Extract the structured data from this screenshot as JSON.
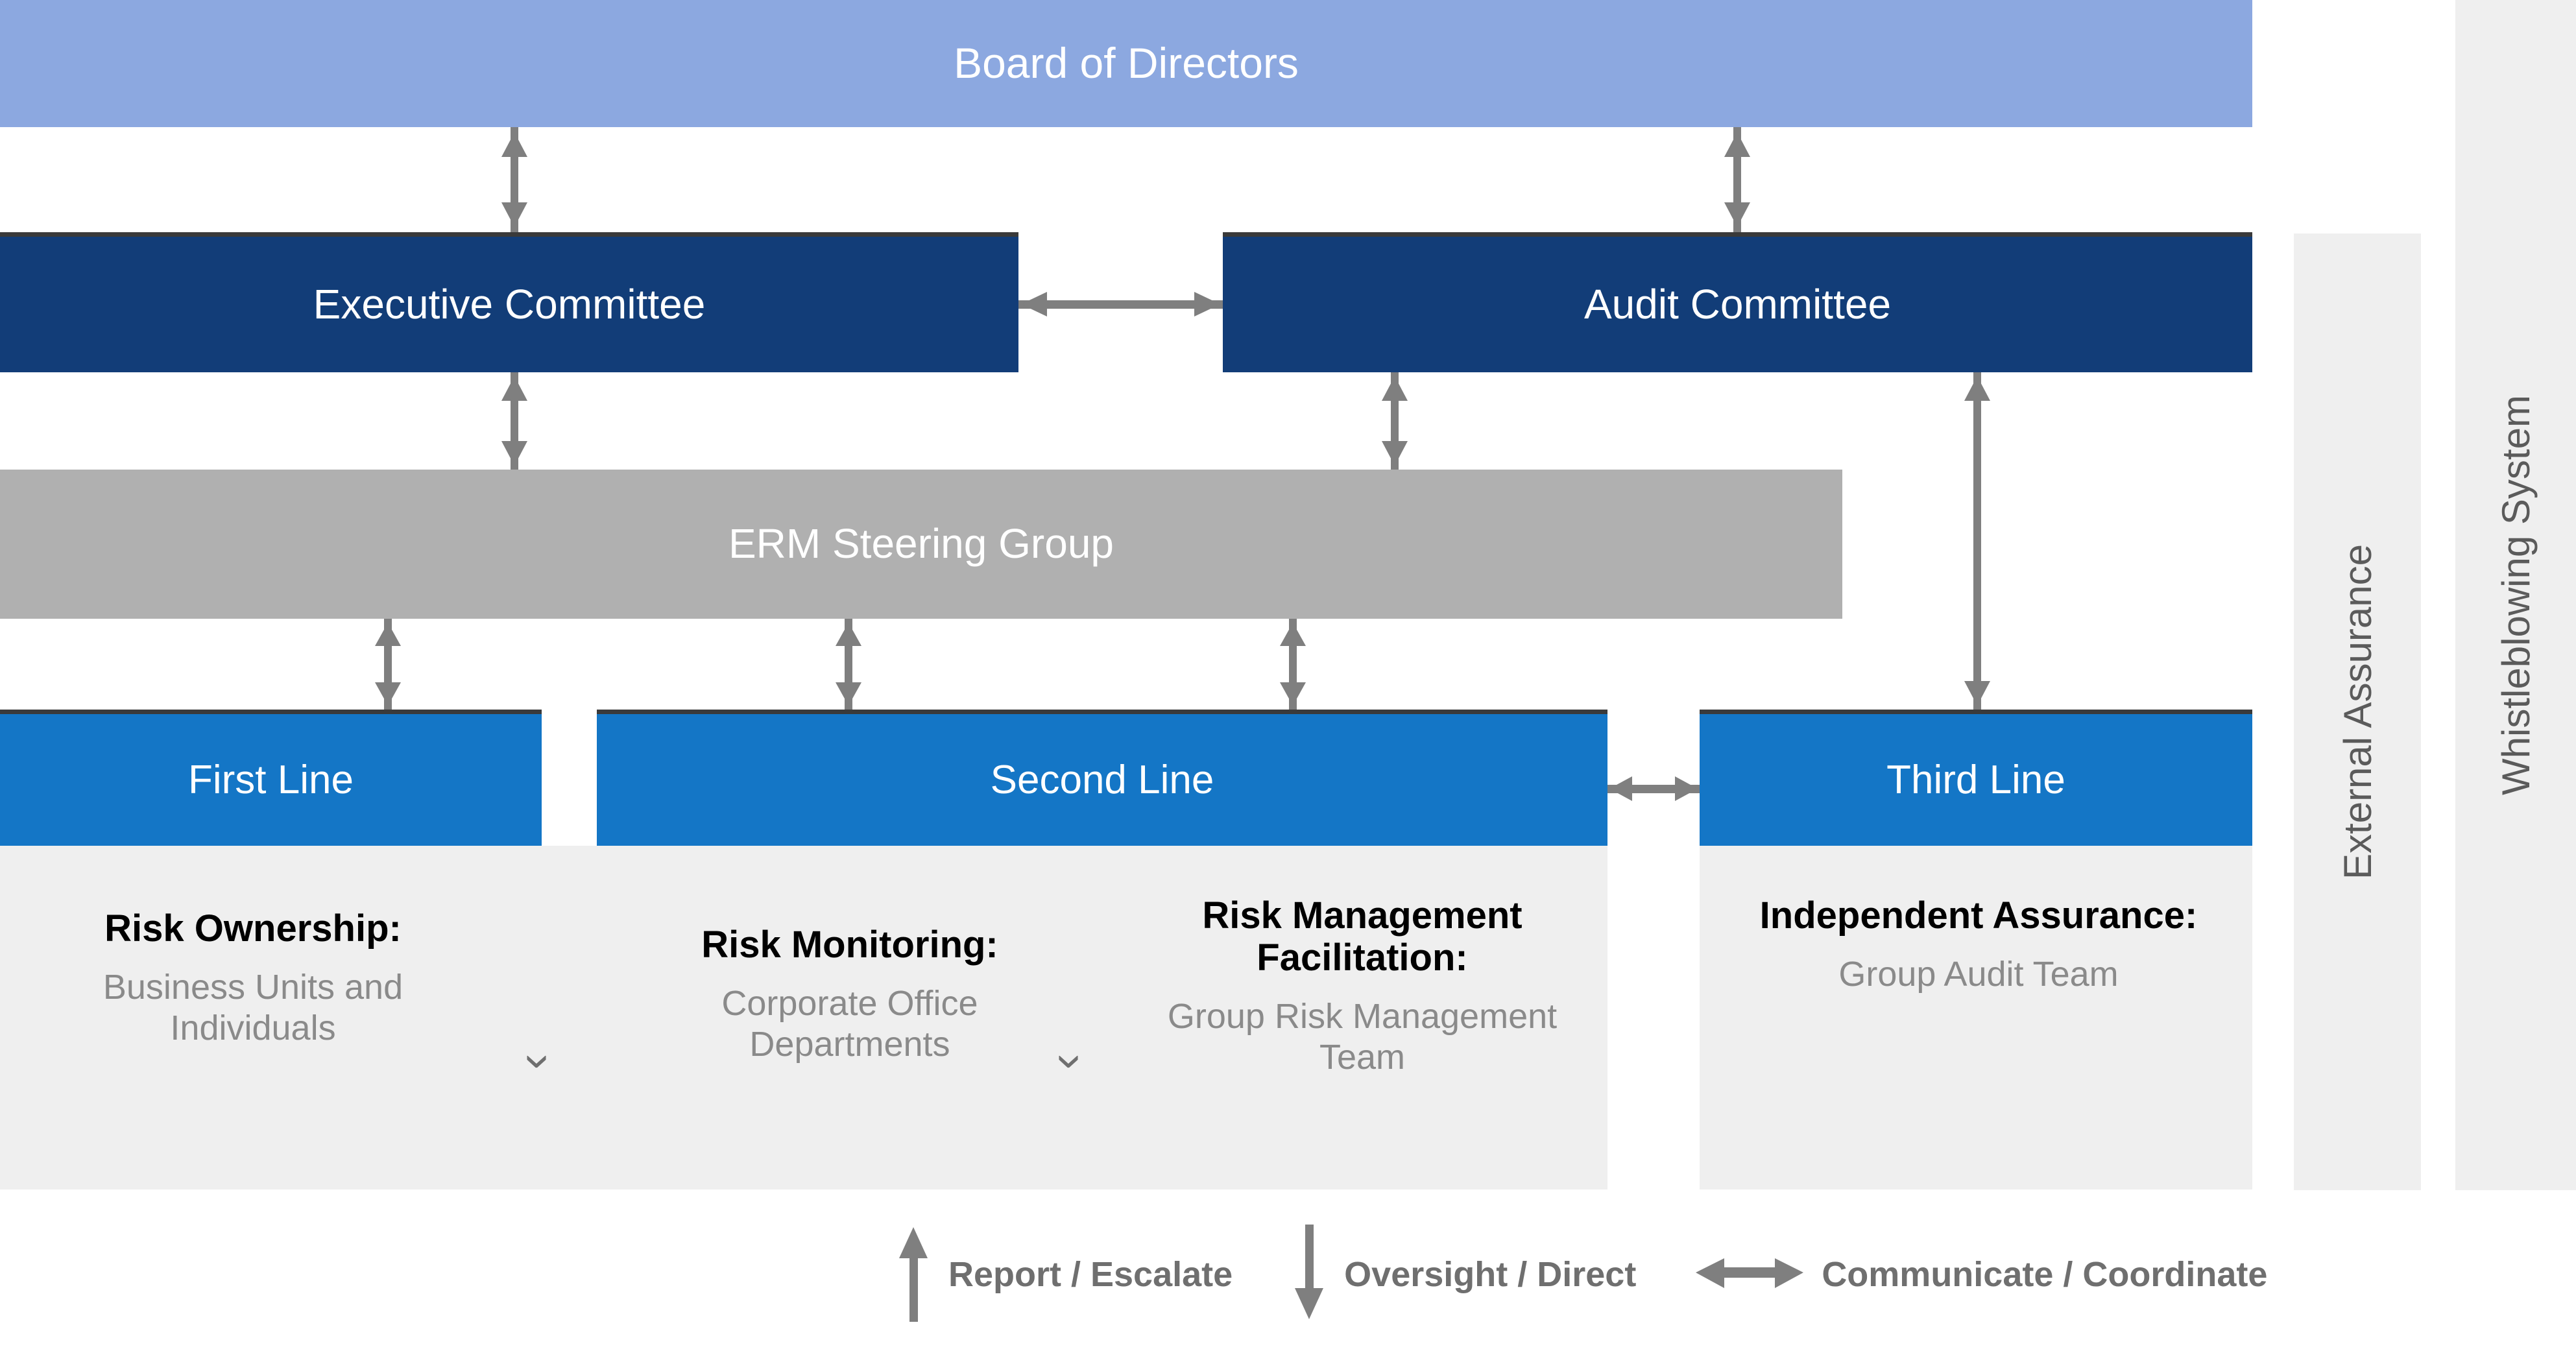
{
  "colors": {
    "board": "#8CA8E0",
    "committee": "#123D78",
    "erm": "#B0B0B0",
    "line": "#1476C6",
    "panel_bg": "#EFEFEF",
    "arrow": "#7F7F7F",
    "bar_top_edge": "#3A3A3A",
    "detail_title": "#000000",
    "detail_sub": "#8A8A8A",
    "vpanel_text": "#5B5B5B"
  },
  "governance": {
    "board": {
      "label": "Board of Directors"
    },
    "committees": [
      {
        "label": "Executive Committee"
      },
      {
        "label": "Audit Committee"
      }
    ],
    "steering": {
      "label": "ERM Steering Group"
    },
    "lines": [
      {
        "label": "First Line"
      },
      {
        "label": "Second Line"
      },
      {
        "label": "Third Line"
      }
    ]
  },
  "details": [
    {
      "title": "Risk Ownership:",
      "subtitle": "Business Units and Individuals"
    },
    {
      "title": "Risk Monitoring:",
      "subtitle": "Corporate Office Departments"
    },
    {
      "title": "Risk Management Facilitation:",
      "subtitle": "Group Risk Management Team"
    },
    {
      "title": "Independent Assurance:",
      "subtitle": "Group Audit Team"
    }
  ],
  "separators": [
    {
      "glyph": "›"
    },
    {
      "glyph": "›"
    }
  ],
  "side_panels": [
    {
      "label": "External Assurance"
    },
    {
      "label": "Whistleblowing System"
    }
  ],
  "legend": [
    {
      "icon": "arrow-up-icon",
      "label": "Report / Escalate"
    },
    {
      "icon": "arrow-down-icon",
      "label": "Oversight / Direct"
    },
    {
      "icon": "arrow-left-right-icon",
      "label": "Communicate / Coordinate"
    }
  ]
}
